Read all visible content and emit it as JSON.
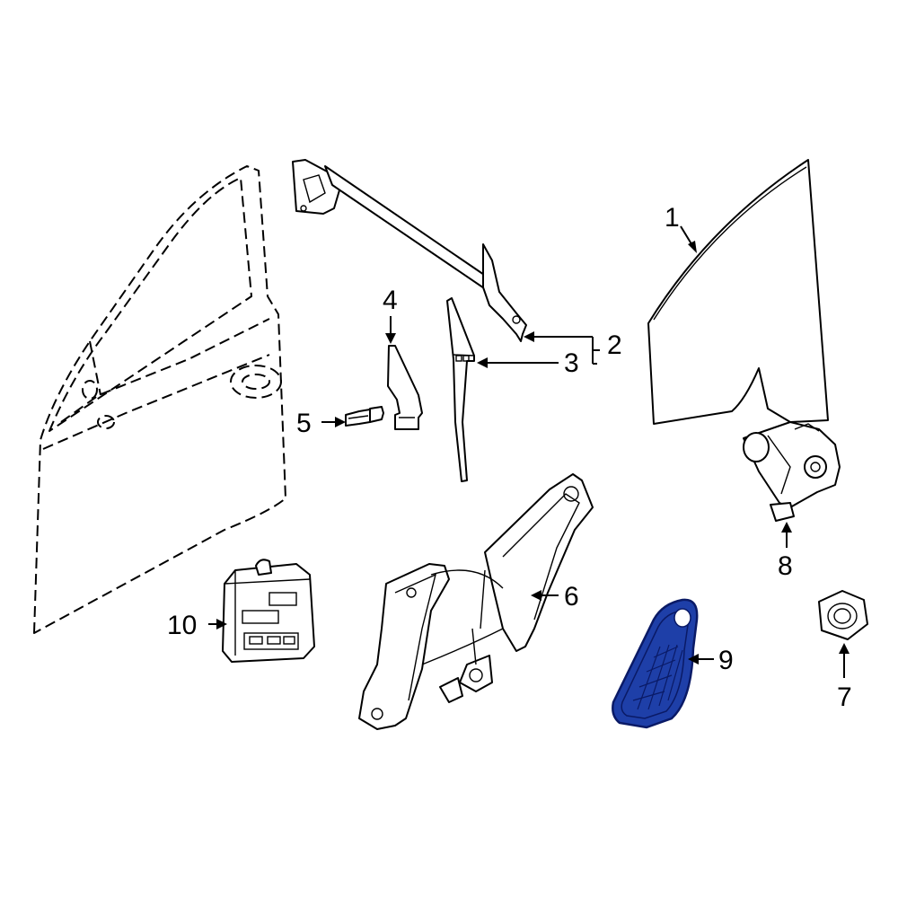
{
  "callouts": {
    "c1": "1",
    "c2": "2",
    "c3": "3",
    "c4": "4",
    "c5": "5",
    "c6": "6",
    "c7": "7",
    "c8": "8",
    "c9": "9",
    "c10": "10"
  },
  "highlight": {
    "part": "9",
    "fill_color": "#1e3fa8",
    "stroke_color": "#0a1a66"
  }
}
